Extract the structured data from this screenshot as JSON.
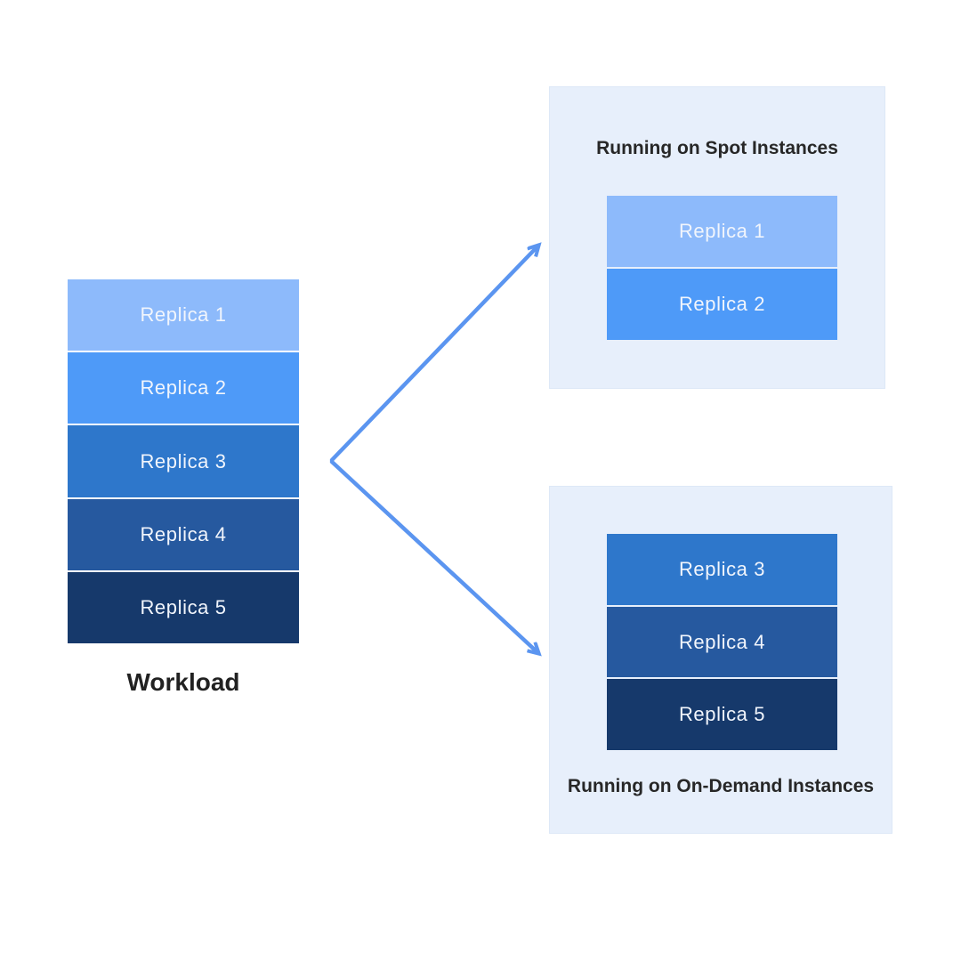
{
  "replicas": [
    {
      "label": "Replica 1",
      "color": "#8DBAFB"
    },
    {
      "label": "Replica 2",
      "color": "#4E9AF8"
    },
    {
      "label": "Replica 3",
      "color": "#2E77CB"
    },
    {
      "label": "Replica 4",
      "color": "#26599F"
    },
    {
      "label": "Replica 5",
      "color": "#16396B"
    }
  ],
  "workload": {
    "label": "Workload"
  },
  "panels": {
    "spot": {
      "title": "Running on Spot Instances"
    },
    "on_demand": {
      "title": "Running on On-Demand Instances"
    }
  },
  "colors": {
    "canvas_background": "#FFFFFF",
    "panel_background": "#E7EFFB",
    "arrow": "#5B95F0",
    "bar_text": "#F1F5FC",
    "title_text": "#272727"
  }
}
